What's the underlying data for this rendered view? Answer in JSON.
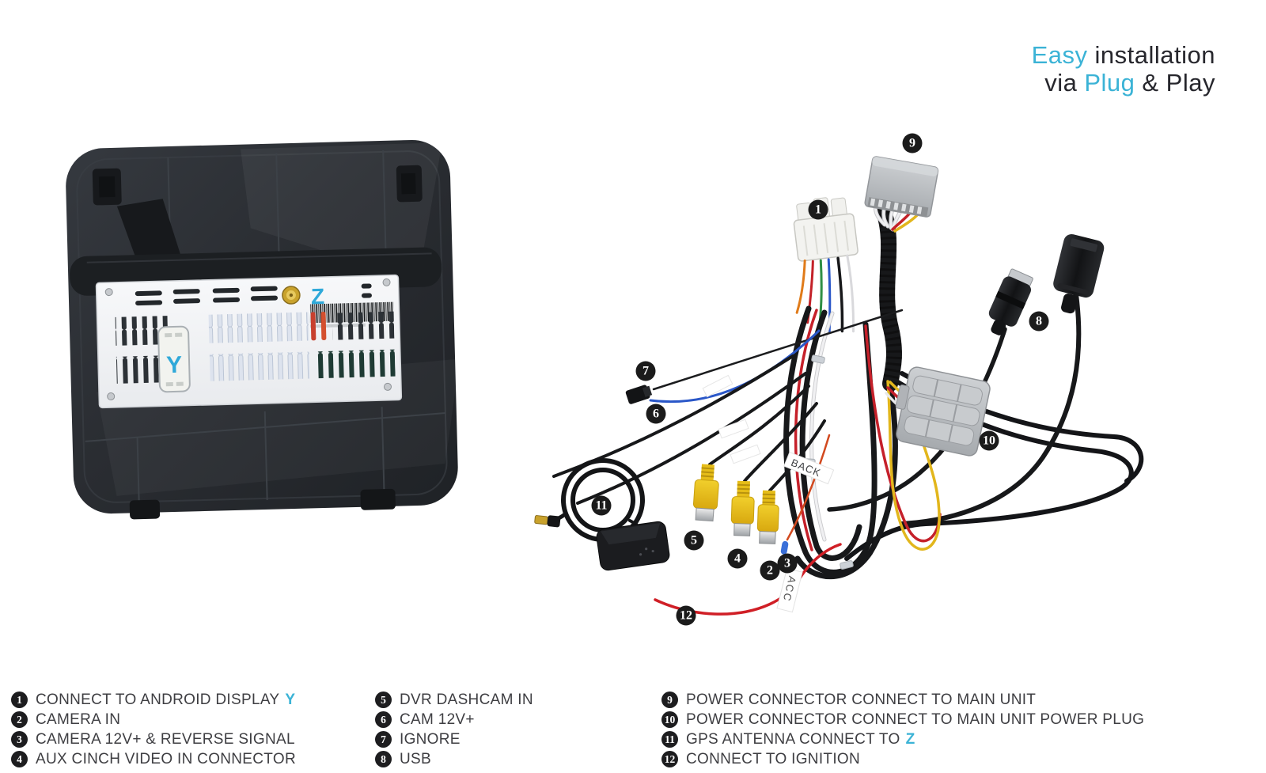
{
  "logo": {
    "easy": "Easy",
    "installation": "installation",
    "via": "via",
    "plug": "Plug",
    "amp_play": "& Play"
  },
  "device": {
    "z_port_label": "Z",
    "y_port_label": "Y"
  },
  "harness": {
    "wire_labels": {
      "back": "BACK",
      "acc": "ACC"
    },
    "callouts": [
      {
        "num": "1"
      },
      {
        "num": "2"
      },
      {
        "num": "3"
      },
      {
        "num": "4"
      },
      {
        "num": "5"
      },
      {
        "num": "6"
      },
      {
        "num": "7"
      },
      {
        "num": "8"
      },
      {
        "num": "9"
      },
      {
        "num": "10"
      },
      {
        "num": "11"
      },
      {
        "num": "12"
      }
    ]
  },
  "legend": {
    "columns": [
      {
        "items": [
          {
            "num": "1",
            "text": "CONNECT TO ANDROID DISPLAY",
            "accent": "Y"
          },
          {
            "num": "2",
            "text": "CAMERA IN"
          },
          {
            "num": "3",
            "text": "CAMERA 12V+ & REVERSE SIGNAL"
          },
          {
            "num": "4",
            "text": "AUX CINCH VIDEO IN CONNECTOR"
          }
        ]
      },
      {
        "items": [
          {
            "num": "5",
            "text": "DVR DASHCAM IN"
          },
          {
            "num": "6",
            "text": "CAM 12V+"
          },
          {
            "num": "7",
            "text": "IGNORE"
          },
          {
            "num": "8",
            "text": "USB"
          }
        ]
      },
      {
        "items": [
          {
            "num": "9",
            "text": "POWER CONNECTOR CONNECT TO MAIN UNIT"
          },
          {
            "num": "10",
            "text": "POWER CONNECTOR CONNECT TO MAIN UNIT POWER PLUG"
          },
          {
            "num": "11",
            "text": "GPS ANTENNA CONNECT TO",
            "accent": "Z"
          },
          {
            "num": "12",
            "text": "CONNECT TO IGNITION"
          }
        ]
      }
    ]
  },
  "colors": {
    "accent_cyan": "#3bb3d6",
    "logo_dark": "#26262c",
    "callout_bg": "#1b1b1b",
    "legend_text": "#3e3e42",
    "rca_yellow": "#e6bd18",
    "wire_red": "#c5202a",
    "wire_blue": "#2a57c8",
    "connector_gray": "#b7babd"
  }
}
